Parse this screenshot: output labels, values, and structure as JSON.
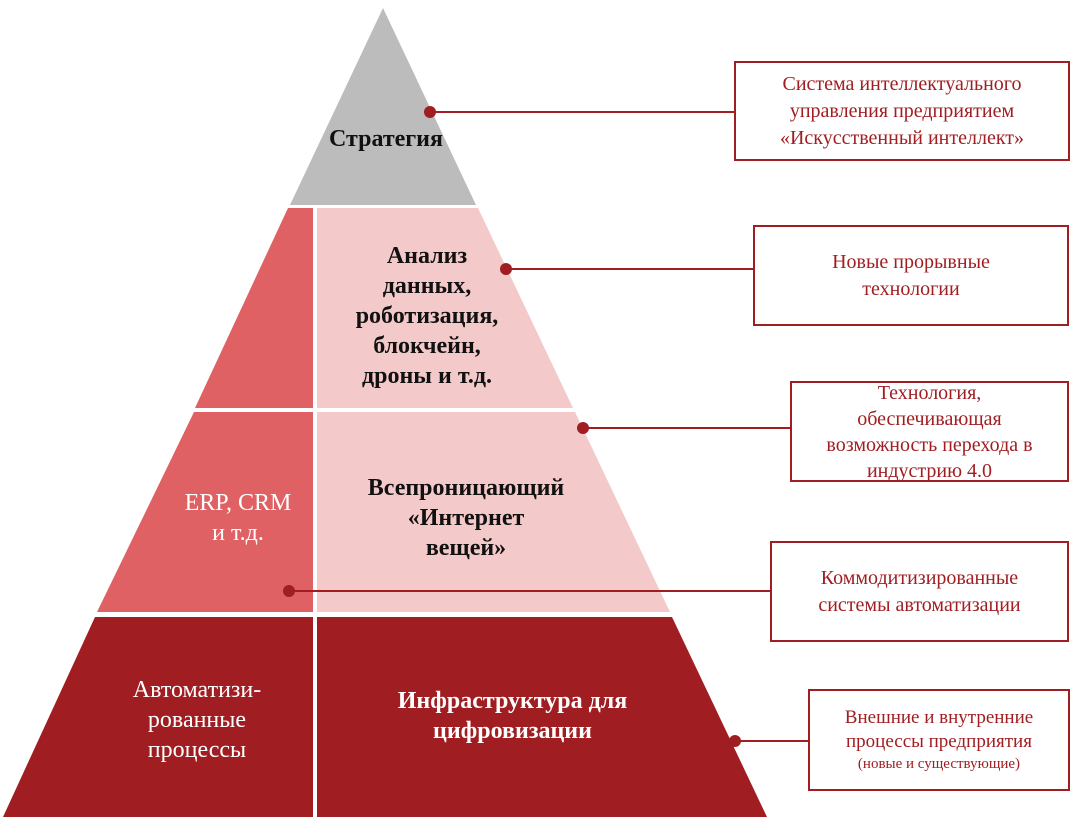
{
  "pyramid": {
    "strategy": "Стратегия",
    "analysis": "Анализ\nданных,\nроботизация,\nблокчейн,\nдроны и т.д.",
    "erp": "ERP, CRM\nи т.д.",
    "iot": "Всепроницающий\n«Интернет\nвещей»",
    "automated": "Автоматизи-\nрованные\nпроцессы",
    "infrastructure": "Инфраструктура для\nцифровизации"
  },
  "callouts": {
    "ai_system": "Система интеллектуального\nуправления предприятием\n«Искусственный интеллект»",
    "breakthrough": "Новые прорывные\nтехнологии",
    "industry4": "Технология,\nобеспечивающая\nвозможность перехода в\nиндустрию 4.0",
    "commodity": "Коммодитизированные\nсистемы автоматизации",
    "processes": "Внешние и внутренние\nпроцессы предприятия",
    "processes_note": "(новые и существующие)"
  },
  "colors": {
    "gray": "#bcbcbc",
    "light_pink": "#f4c9c9",
    "medium_red": "#df6163",
    "dark_red": "#a01e22",
    "connector": "#a01e22"
  }
}
